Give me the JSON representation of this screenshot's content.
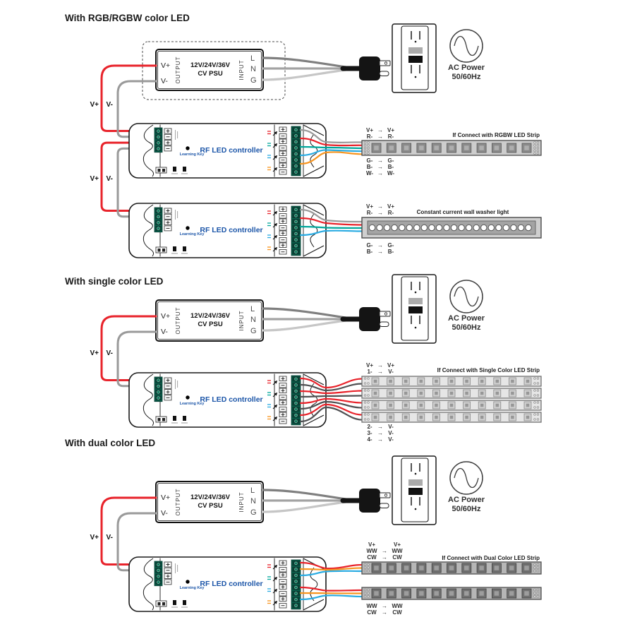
{
  "sections": {
    "rgbw": {
      "title": "With RGB/RGBW color LED"
    },
    "single": {
      "title": "With single color LED"
    },
    "dual": {
      "title": "With dual color LED"
    }
  },
  "psu": {
    "v_plus": "V+",
    "v_minus": "V-",
    "output": "OUTPUT",
    "input": "INPUT",
    "voltage": "12V/24V/36V",
    "type": "CV PSU",
    "l": "L",
    "n": "N",
    "g": "G"
  },
  "ac": {
    "line1": "AC Power",
    "line2": "50/60Hz"
  },
  "controller": {
    "name": "RF LED controller",
    "learning_key": "Learning Key"
  },
  "power_labels": {
    "v_plus": "V+",
    "v_minus": "V-"
  },
  "labels": {
    "rgbw": {
      "caption": "If Connect with RGBW LED Strip",
      "top": [
        {
          "from": "V+",
          "arrow": "→",
          "to": "V+"
        },
        {
          "from": "R-",
          "arrow": "→",
          "to": "R-"
        }
      ],
      "bottom": [
        {
          "from": "G-",
          "arrow": "→",
          "to": "G-"
        },
        {
          "from": "B-",
          "arrow": "→",
          "to": "B-"
        },
        {
          "from": "W-",
          "arrow": "→",
          "to": "W-"
        }
      ]
    },
    "washer": {
      "caption": "Constant current wall washer light",
      "top": [
        {
          "from": "V+",
          "arrow": "→",
          "to": "V+"
        },
        {
          "from": "R-",
          "arrow": "→",
          "to": "R-"
        }
      ],
      "bottom": [
        {
          "from": "G-",
          "arrow": "→",
          "to": "G-"
        },
        {
          "from": "B-",
          "arrow": "→",
          "to": "B-"
        }
      ]
    },
    "single": {
      "caption": "If Connect with Single Color LED Strip",
      "top": [
        {
          "from": "V+",
          "arrow": "→",
          "to": "V+"
        },
        {
          "from": "1-",
          "arrow": "→",
          "to": "V-"
        }
      ],
      "bottom": [
        {
          "from": "2-",
          "arrow": "→",
          "to": "V-"
        },
        {
          "from": "3-",
          "arrow": "→",
          "to": "V-"
        },
        {
          "from": "4-",
          "arrow": "→",
          "to": "V-"
        }
      ]
    },
    "dual": {
      "caption": "If Connect with Dual Color LED Strip",
      "top": [
        {
          "from": "V+",
          "arrow": "",
          "to": "V+"
        },
        {
          "from": "WW",
          "arrow": "→",
          "to": "WW"
        },
        {
          "from": "CW",
          "arrow": "→",
          "to": "CW"
        }
      ],
      "bottom": [
        {
          "from": "WW",
          "arrow": "→",
          "to": "WW"
        },
        {
          "from": "CW",
          "arrow": "→",
          "to": "CW"
        }
      ]
    }
  },
  "counts": {
    "strip_leds": 11,
    "washer_circles": 22
  },
  "colors": {
    "accent_text": "#1b55a8",
    "wires": {
      "red": "#e8232b",
      "gray": "#9a9a9a",
      "dark": "#4f5052",
      "line": "#7f7f7f",
      "neutral": "#a3a3a3",
      "ground": "#c6c6c6",
      "teal": "#00a79b",
      "blue": "#29abe2",
      "orange": "#f7941e",
      "cable": "#141414"
    },
    "channel_marks": [
      "#e8232b",
      "#00a79b",
      "#29abe2",
      "#f7941e"
    ],
    "terminal": {
      "body": "#0b6450",
      "cell": "#083f33",
      "screw": "#117a5e",
      "screw_ring": "#bfe3d8"
    },
    "strips": {
      "rgbw": {
        "bg": "#cdcdcd",
        "border": "#4a4a4a",
        "led": "#8b8b8b",
        "led_border": "#575757",
        "led_inner": "#aeaeae",
        "pad": "#f2f2f2"
      },
      "single": {
        "bg": "#e6e6e6",
        "border": "#707070",
        "led": "#cfcfcf",
        "led_border": "#8a8a8a",
        "led_inner": "#979797",
        "pad": "#f2f2f2"
      },
      "dual": {
        "bg": "#b6b6b6",
        "border": "#4f4f4f",
        "led": "#707070",
        "led_border": "#3f3f3f",
        "led_inner": "#9d9d9d",
        "pad": "#f2f2f2"
      },
      "washer": {
        "outer": "#cfcfcf",
        "inner": "#a4a4a4",
        "border": "#4a4a4a",
        "circle": "#ffffff",
        "circle_border": "#555555"
      }
    }
  }
}
